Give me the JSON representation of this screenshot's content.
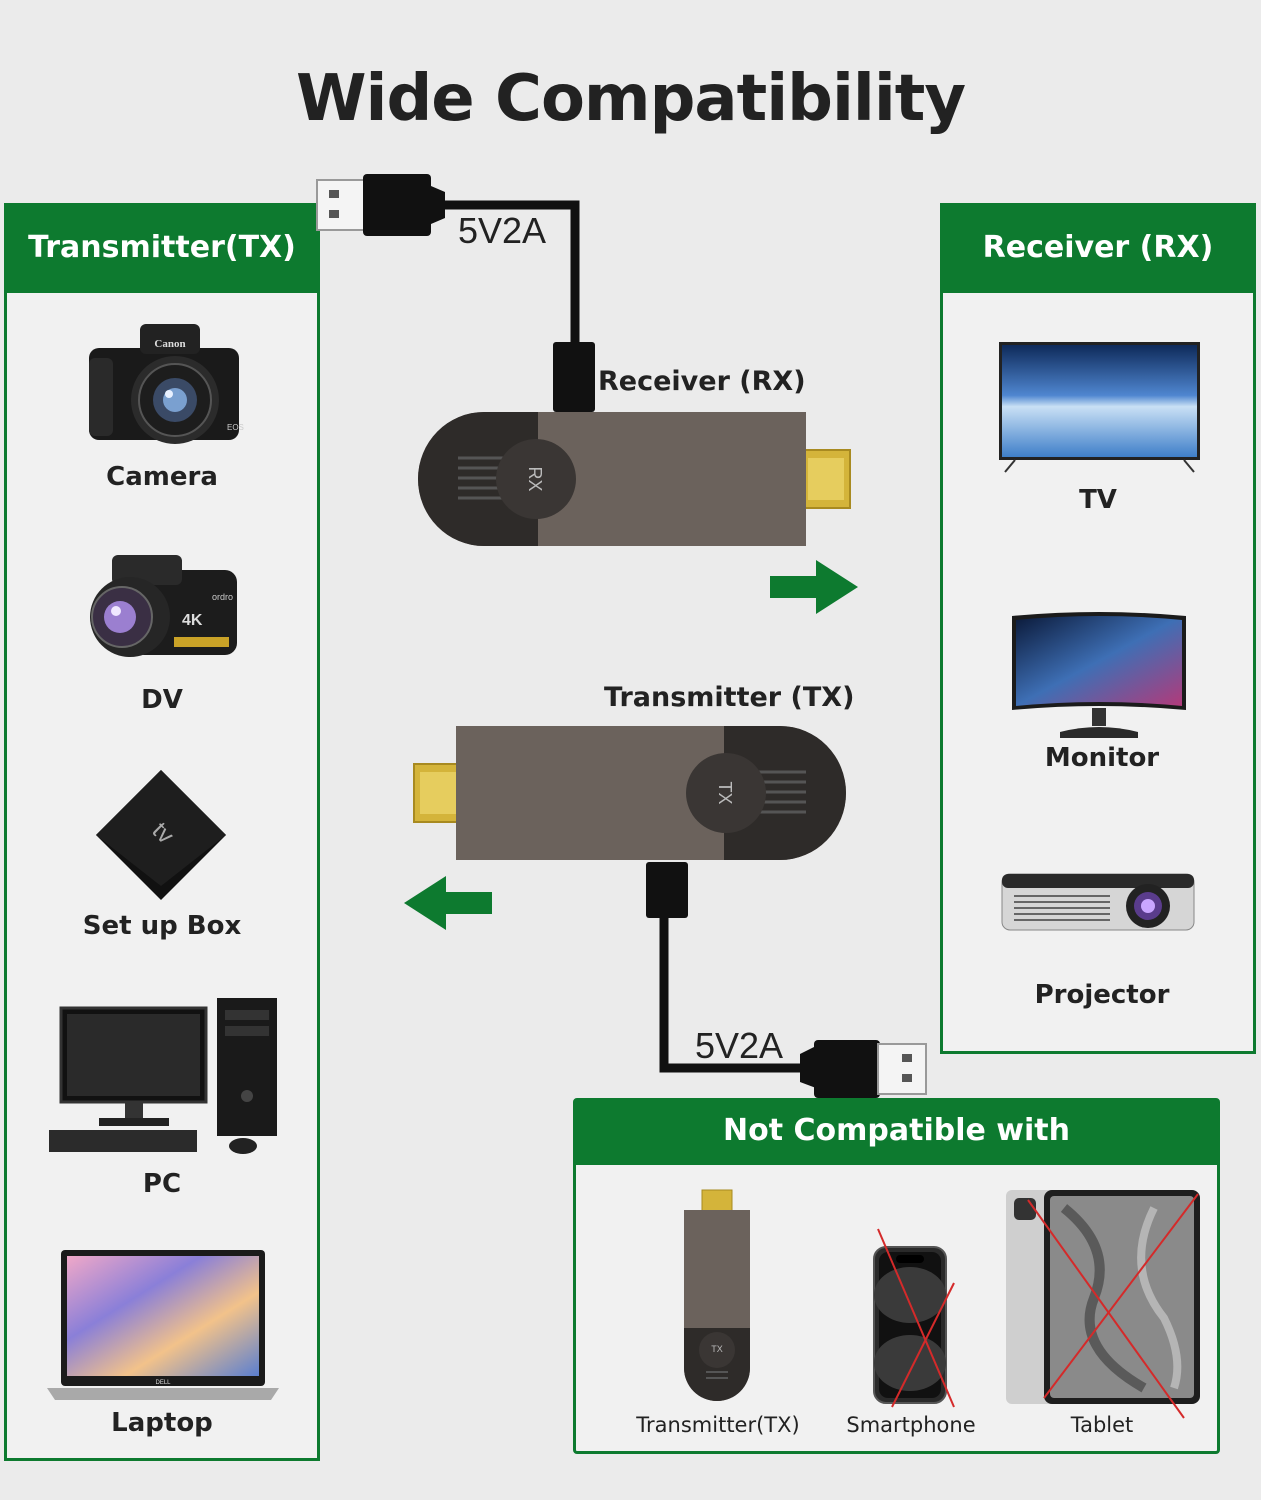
{
  "title": "Wide Compatibility",
  "transmitter_panel": {
    "heading": "Transmitter(TX)",
    "devices": [
      {
        "label": "Camera",
        "icon": "camera-icon"
      },
      {
        "label": "DV",
        "icon": "camcorder-icon"
      },
      {
        "label": "Set up Box",
        "icon": "set-top-box-icon"
      },
      {
        "label": "PC",
        "icon": "desktop-pc-icon"
      },
      {
        "label": "Laptop",
        "icon": "laptop-icon"
      }
    ]
  },
  "receiver_panel": {
    "heading": "Receiver (RX)",
    "devices": [
      {
        "label": "TV",
        "icon": "tv-icon"
      },
      {
        "label": "Monitor",
        "icon": "monitor-icon"
      },
      {
        "label": "Projector",
        "icon": "projector-icon"
      }
    ]
  },
  "center": {
    "rx_cable_label": "5V2A",
    "rx_device_label": "Receiver (RX)",
    "rx_badge": "RX",
    "tx_device_label": "Transmitter (TX)",
    "tx_badge": "TX",
    "tx_cable_label": "5V2A"
  },
  "not_compatible": {
    "heading": "Not Compatible with",
    "items": [
      {
        "label": "Transmitter(TX)",
        "icon": "transmitter-dongle-icon",
        "badge": "TX"
      },
      {
        "label": "Smartphone",
        "icon": "smartphone-icon",
        "crossed": true
      },
      {
        "label": "Tablet",
        "icon": "tablet-icon",
        "crossed": true
      }
    ]
  },
  "colors": {
    "brand_green": "#0d7a2f",
    "panel_bg": "#f1f1f1",
    "page_bg": "#ebebeb",
    "device_gray": "#6b625c",
    "hdmi_gold": "#d4b43a",
    "cross_red": "#d42a2a"
  }
}
